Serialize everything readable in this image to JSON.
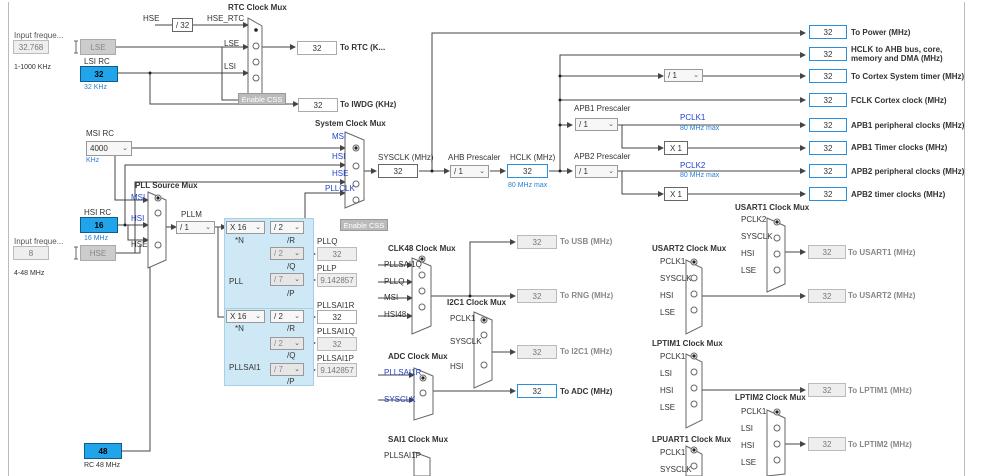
{
  "inputs": {
    "lse": {
      "label": "Input freque...",
      "value": "32.768",
      "range": "1-1000 KHz",
      "osc": "LSE"
    },
    "hse": {
      "label": "Input freque...",
      "value": "8",
      "range": "4-48 MHz",
      "osc": "HSE"
    }
  },
  "lsi": {
    "title": "LSI RC",
    "value": "32",
    "sub": "32 KHz"
  },
  "msi": {
    "title": "MSI RC",
    "value": "4000",
    "sub": "KHz"
  },
  "hsi": {
    "title": "HSI RC",
    "value": "16",
    "sub": "16 MHz"
  },
  "rc48": {
    "value": "48",
    "sub": "RC 48 MHz"
  },
  "rtc": {
    "title": "RTC Clock Mux",
    "hse": "HSE",
    "div": "/ 32",
    "hse_rtc": "HSE_RTC",
    "lse": "LSE",
    "lsi": "LSI",
    "css": "Enable CSS",
    "rtc_val": "32",
    "rtc_out": "To RTC (K...",
    "iwdg_val": "32",
    "iwdg_out": "To IWDG (KHz)"
  },
  "sysmux": {
    "title": "System Clock Mux",
    "msi": "MSI",
    "hsi": "HSI",
    "hse": "HSE",
    "pllclk": "PLLCLK",
    "css": "Enable CSS"
  },
  "pllsrc": {
    "title": "PLL Source Mux",
    "msi": "MSI",
    "hsi": "HSI",
    "hse": "HSE"
  },
  "pll": {
    "pllm_label": "PLLM",
    "pllm": "/ 1",
    "n": "X 16",
    "n_label": "*N",
    "r": "/ 2",
    "r_label": "/R",
    "q": "/ 2",
    "q_label": "/Q",
    "p": "/ 7",
    "p_label": "/P",
    "name": "PLL",
    "pllq_label": "PLLQ",
    "pllq_val": "32",
    "pllp_label": "PLLP",
    "pllp_val": "9.142857"
  },
  "pllsai1": {
    "n": "X 16",
    "n_label": "*N",
    "r": "/ 2",
    "r_label": "/R",
    "q": "/ 2",
    "q_label": "/Q",
    "p": "/ 7",
    "p_label": "/P",
    "name": "PLLSAI1",
    "r_out_label": "PLLSAI1R",
    "r_val": "32",
    "q_out_label": "PLLSAI1Q",
    "q_val": "32",
    "p_out_label": "PLLSAI1P",
    "p_val": "9.142857"
  },
  "sysclk": {
    "label": "SYSCLK (MHz)",
    "value": "32"
  },
  "ahb": {
    "label": "AHB Prescaler",
    "value": "/ 1"
  },
  "hclk": {
    "label": "HCLK (MHz)",
    "value": "32",
    "sub": "80 MHz max"
  },
  "apb1": {
    "label": "APB1 Prescaler",
    "value": "/ 1",
    "pclk": "PCLK1",
    "pclk_sub": "80 MHz max",
    "x": "X 1"
  },
  "apb2": {
    "label": "APB2 Prescaler",
    "value": "/ 1",
    "pclk": "PCLK2",
    "pclk_sub": "80 MHz max",
    "x": "X 1"
  },
  "cortex_div": "/ 1",
  "outputs": [
    {
      "value": "32",
      "label": "To Power (MHz)"
    },
    {
      "value": "32",
      "label": "HCLK to AHB bus, core,"
    },
    {
      "value": "32",
      "label": "To Cortex System timer (MHz)"
    },
    {
      "value": "32",
      "label": "FCLK Cortex clock (MHz)"
    },
    {
      "value": "32",
      "label": "APB1 peripheral clocks (MHz)"
    },
    {
      "value": "32",
      "label": "APB1 Timer clocks (MHz)"
    },
    {
      "value": "32",
      "label": "APB2 peripheral clocks (MHz)"
    },
    {
      "value": "32",
      "label": "APB2 timer clocks (MHz)"
    }
  ],
  "hclk_label_line2": "memory and DMA (MHz)",
  "clk48": {
    "title": "CLK48 Clock Mux",
    "in1": "PLLSAI1Q",
    "in2": "PLLQ",
    "in3": "MSI",
    "in4": "HSI48",
    "usb_val": "32",
    "usb_out": "To USB (MHz)",
    "rng_val": "32",
    "rng_out": "To RNG (MHz)"
  },
  "i2c1": {
    "title": "I2C1 Clock Mux",
    "in1": "PCLK1",
    "in2": "SYSCLK",
    "in3": "HSI",
    "val": "32",
    "out": "To I2C1 (MHz)"
  },
  "adc": {
    "title": "ADC Clock Mux",
    "in1": "PLLSAI1R",
    "in2": "SYSCLK",
    "val": "32",
    "out": "To ADC (MHz)"
  },
  "sai1": {
    "title": "SAI1 Clock Mux",
    "in1": "PLLSAI1P"
  },
  "usart1": {
    "title": "USART1 Clock Mux",
    "in1": "PCLK2",
    "in2": "SYSCLK",
    "in3": "HSI",
    "in4": "LSE",
    "val": "32",
    "out": "To USART1 (MHz)"
  },
  "usart2": {
    "title": "USART2 Clock Mux",
    "in1": "PCLK1",
    "in2": "SYSCLK",
    "in3": "HSI",
    "in4": "LSE",
    "val": "32",
    "out": "To USART2 (MHz)"
  },
  "lptim1": {
    "title": "LPTIM1 Clock Mux",
    "in1": "PCLK1",
    "in2": "LSI",
    "in3": "HSI",
    "in4": "LSE",
    "val": "32",
    "out": "To LPTIM1 (MHz)"
  },
  "lptim2": {
    "title": "LPTIM2 Clock Mux",
    "in1": "PCLK1",
    "in2": "LSI",
    "in3": "HSI",
    "in4": "LSE",
    "val": "32",
    "out": "To LPTIM2 (MHz)"
  },
  "lpuart1": {
    "title": "LPUART1 Clock Mux",
    "in1": "PCLK1",
    "in2": "SYSCLK"
  }
}
